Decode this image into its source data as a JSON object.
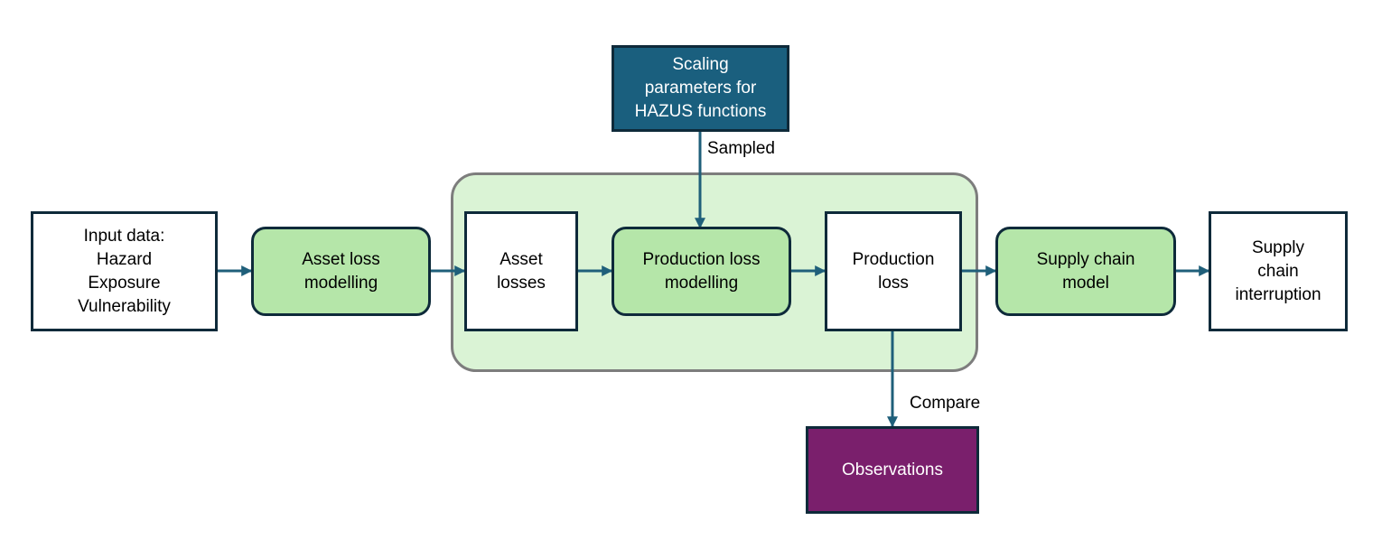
{
  "nodes": {
    "input_data": {
      "label": "Input data:\nHazard\nExposure\nVulnerability"
    },
    "asset_loss_modelling": {
      "label": "Asset loss\nmodelling"
    },
    "asset_losses": {
      "label": "Asset\nlosses"
    },
    "production_loss_modelling": {
      "label": "Production loss\nmodelling"
    },
    "production_loss": {
      "label": "Production\nloss"
    },
    "supply_chain_model": {
      "label": "Supply chain\nmodel"
    },
    "supply_chain_interruption": {
      "label": "Supply\nchain\ninterruption"
    },
    "scaling_parameters": {
      "label": "Scaling\nparameters for\nHAZUS functions"
    },
    "observations": {
      "label": "Observations"
    }
  },
  "edges": {
    "sampled_label": "Sampled",
    "compare_label": "Compare"
  },
  "colors": {
    "arrow": "#1f5f7a",
    "box_border": "#0e2a3a",
    "process_fill": "#b5e6a9",
    "region_fill": "#daf3d5",
    "region_border": "#7d7d7d",
    "param_fill": "#1a5f7e",
    "observation_fill": "#7a1f6c"
  }
}
